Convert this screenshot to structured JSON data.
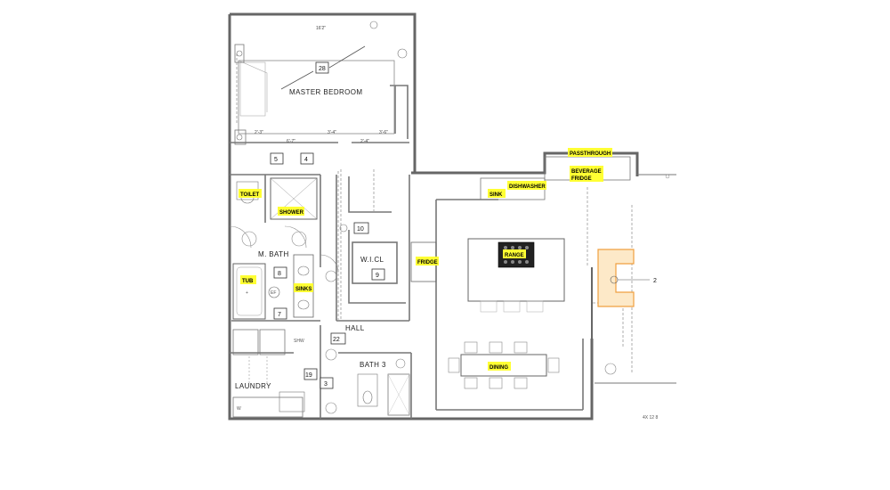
{
  "rooms": {
    "master_bedroom": "MASTER BEDROOM",
    "m_bath": "M. BATH",
    "wicl": "W.I.CL",
    "hall": "HALL",
    "bath3": "BATH 3",
    "laundry": "LAUNDRY",
    "shw": "SHW"
  },
  "fixture_labels": {
    "toilet": "TOILET",
    "shower": "SHOWER",
    "tub": "TUB",
    "sinks": "SINKS",
    "fridge": "FRIDGE",
    "range": "RANGE",
    "sink": "SINK",
    "dishwasher": "DISHWASHER",
    "passthrough": "PASSTHROUGH",
    "beverage_fridge_line1": "BEVERAGE",
    "beverage_fridge_line2": "FRIDGE",
    "dining": "DINING"
  },
  "tags": {
    "t28": "28",
    "t5": "5",
    "t4": "4",
    "t10": "10",
    "t8": "8",
    "t9": "9",
    "t7": "7",
    "t22": "22",
    "t19": "19",
    "t3": "3",
    "t2": "2"
  },
  "dimensions": {
    "top_width": "16'2\"",
    "d1": "6'-7\"",
    "d2": "3'-4\"",
    "d3": "2'-4\"",
    "d4": "3'-6\"",
    "d5": "2'-3\""
  },
  "notes": {
    "bottom_right": "4X 12 8",
    "ef": "EF",
    "dw": "W"
  },
  "colors": {
    "highlight": "#ffff33",
    "line": "#555555",
    "fireplace": "#f0a040"
  }
}
